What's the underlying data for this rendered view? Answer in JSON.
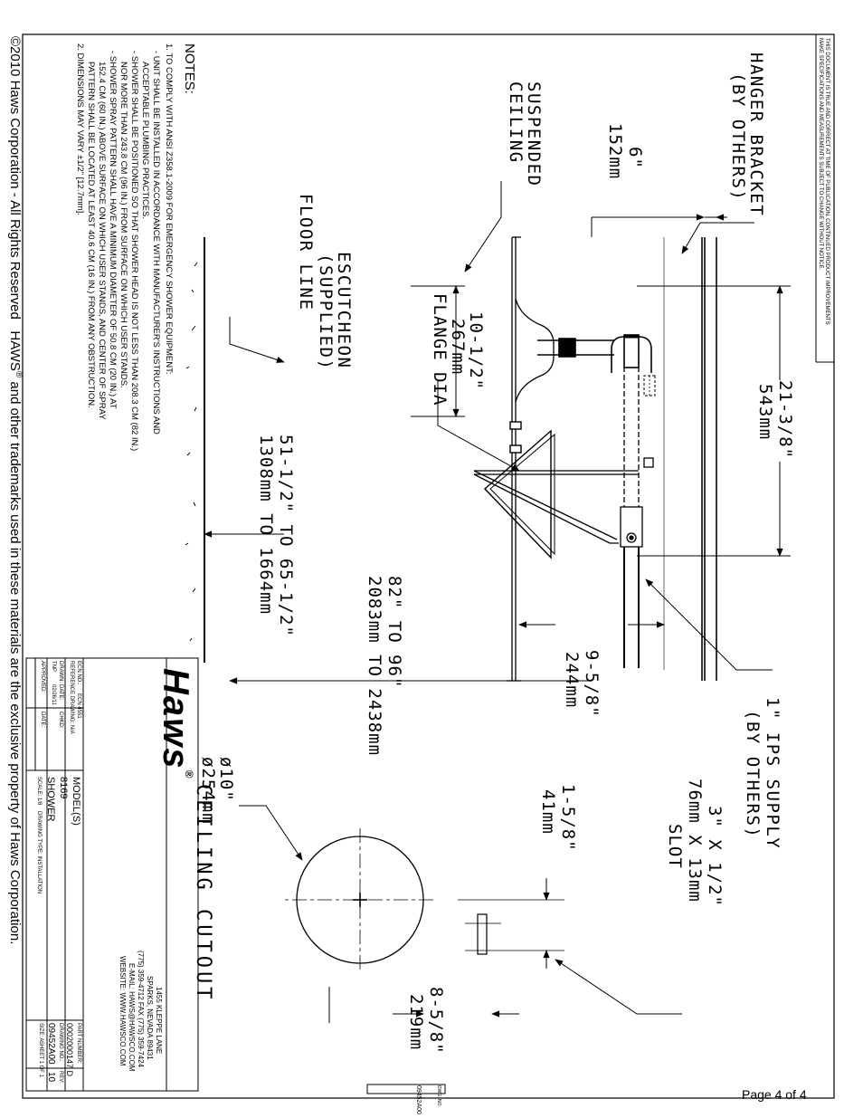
{
  "disclaimer": {
    "line1": "THIS DOCUMENT IS TRUE AND CORRECT AT TIME OF PUBLICATION. CONTINUED PRODUCT IMPROVEMENTS",
    "line2": "MAKE SPECIFICATIONS AND MEASUREMENTS SUBJECT TO CHANGE WITHOUT NOTICE."
  },
  "labels": {
    "hanger_1": "HANGER BRACKET",
    "hanger_2": "(BY OTHERS)",
    "ceiling_1": "SUSPENDED",
    "ceiling_2": "CEILING",
    "floor": "FLOOR LINE",
    "escutcheon_1": "ESCUTCHEON",
    "escutcheon_2": "(SUPPLIED)",
    "ips_1": "1\" IPS SUPPLY",
    "ips_2": "(BY OTHERS)",
    "slot_1": "3\" X 1/2\"",
    "slot_2": "76mm X 13mm",
    "slot_3": "SLOT",
    "cutout": "CEILING CUTOUT"
  },
  "dims": {
    "d6_in": "6\"",
    "d6_mm": "152mm",
    "d21_in": "21-3/8\"",
    "d21_mm": "543mm",
    "d10_in": "10-1/2\"",
    "d10_mm": "267mm",
    "d10_desc": "FLANGE DIA",
    "d51": "51-1/2\" TO 65-1/2\"",
    "d51_mm": "1308mm TO 1664mm",
    "d82": "82\" TO 96\"",
    "d82_mm": "2083mm TO 2438mm",
    "d9_in": "9-5/8\"",
    "d9_mm": "244mm",
    "dia_in": "ø10\"",
    "dia_mm": "ø254mm",
    "d158_in": "1-5/8\"",
    "d158_mm": "41mm",
    "d858_in": "8-5/8\"",
    "d858_mm": "219mm"
  },
  "notes": {
    "heading": "NOTES:",
    "n1": "1. TO COMPLY WITH ANSI Z358.1-2009 FOR EMERGENCY SHOWER EQUIPMENT:",
    "n1a": "- UNIT SHALL BE INSTALLED IN ACCORDANCE WITH MANUFACTURER'S INSTRUCTIONS AND",
    "n1a2": "ACCEPTABLE PLUMBING PRACTICES.",
    "n1b": "- SHOWER SHALL BE POSITIONED SO THAT SHOWER HEAD IS NOT LESS THAN 208.3 CM (82 IN.)",
    "n1b2": "NOR MORE THAN 243.8 CM (96 IN.) FROM SURFACE ON WHICH USER STANDS.",
    "n1c": "- SHOWER SPRAY PATTERN SHALL HAVE A MINIMUM DIAMETER OF 50.8 CM (20 IN.) AT",
    "n1c2": "152.4 CM (60 IN.) ABOVE SURFACE ON WHICH USER STANDS, AND CENTER OF SPRAY",
    "n1c3": "PATTERN SHALL BE LOCATED AT LEAST 40.6 CM (16 IN.) FROM ANY OBSTRUCTION.",
    "n2": "2. DIMENSIONS MAY VARY ±1/2\" [12.7mm]."
  },
  "title_block": {
    "logo_text": "Haws",
    "reg_mark": "®",
    "address_1": "1455 KLEPPE LANE",
    "address_2": "SPARKS, NEVADA 89431",
    "phone": "(775) 359-4712   FAX (775) 359-7424",
    "email": "E-MAIL: HAWS@HAWSCO.COM",
    "website": "WEBSITE: WWW.HAWSCO.COM",
    "ecn_label": "ECN NO.:",
    "reference_label": "REFERENCE DRAWING: N/A",
    "ecn_no": "ECN 4551",
    "drawn_label": "DRAWN:",
    "drawn_val": "TNP",
    "date_label": "DATE:",
    "date_val": "02/26/11",
    "chkd_label": "CHKD:",
    "approved_label": "APPROVED:",
    "date2_label": "DATE:",
    "model_label": "MODEL(S)",
    "model": "8169",
    "product": "SHOWER",
    "scale_label": "SCALE: 1/8",
    "drawing_type_label": "DRAWING TYPE: INSTALLATION",
    "part_label": "PART NUMBER:",
    "part_number": "0002000147 D",
    "drawing_no_label": "DRAWING NO.:",
    "rev_label": "REV:",
    "drawing_no": "09452A00",
    "rev": "10",
    "size_label": "SIZE: A",
    "sheet_label": "SHEET  1  OF  1"
  },
  "dwg_no_box": {
    "label": "DWG. NO.",
    "value": "09452A00"
  },
  "footer": {
    "copyright": "©2010 Haws Corporation - All Rights Reserved",
    "trademark": "HAWS",
    "reg": "®",
    "trademark_rest": " and other trademarks used in these materials are the exclusive property of Haws Corporation."
  },
  "page": "Page 4 of 4"
}
